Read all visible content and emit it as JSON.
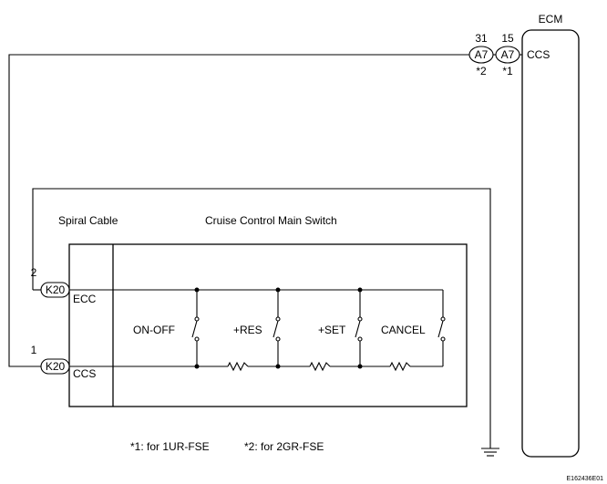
{
  "ecm": {
    "title": "ECM",
    "terminal": "CCS"
  },
  "connector_a7": {
    "left": {
      "pin_no": "31",
      "code": "A7",
      "note": "*2"
    },
    "right": {
      "pin_no": "15",
      "code": "A7",
      "note": "*1"
    }
  },
  "spiral_cable": {
    "label": "Spiral Cable",
    "pins": [
      {
        "pin_no": "2",
        "code": "K20",
        "terminal": "ECC"
      },
      {
        "pin_no": "1",
        "code": "K20",
        "terminal": "CCS"
      }
    ]
  },
  "main_switch": {
    "label": "Cruise Control Main Switch",
    "switches": [
      "ON-OFF",
      "+RES",
      "+SET",
      "CANCEL"
    ]
  },
  "notes": {
    "note1": "*1: for 1UR-FSE",
    "note2": "*2: for 2GR-FSE"
  },
  "figure_id": "E162436E01"
}
